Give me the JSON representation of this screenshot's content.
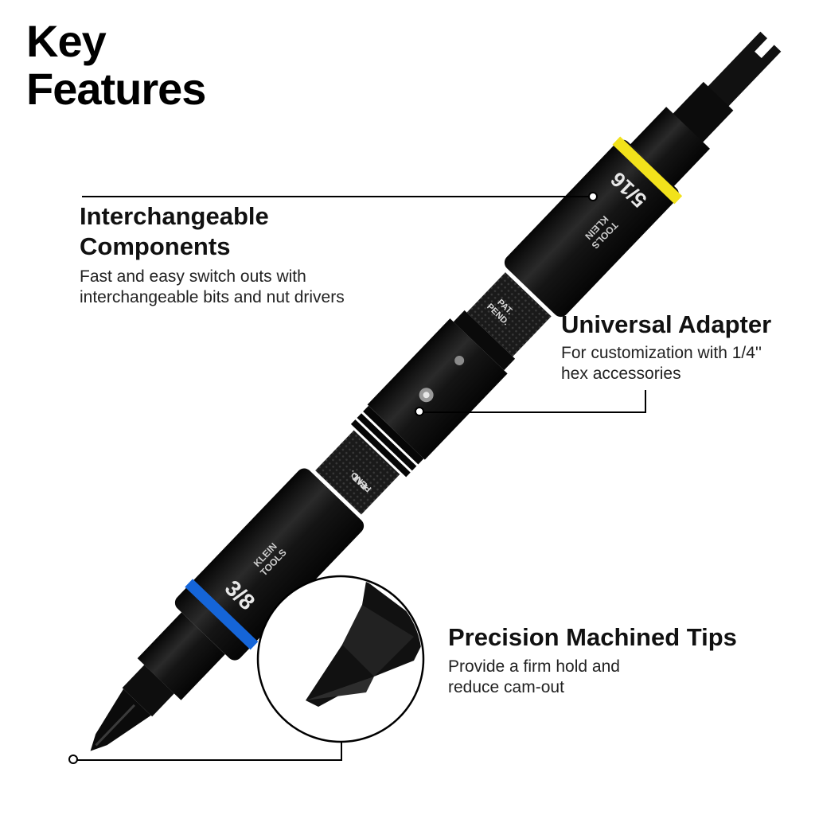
{
  "title": {
    "line1": "Key",
    "line2": "Features"
  },
  "features": [
    {
      "heading_line1": "Interchangeable",
      "heading_line2": "Components",
      "desc_line1": "Fast and easy switch outs with",
      "desc_line2": "interchangeable bits and nut drivers"
    },
    {
      "heading_line1": "Universal Adapter",
      "desc_line1": "For customization with 1/4''",
      "desc_line2": "hex accessories"
    },
    {
      "heading_line1": "Precision Machined Tips",
      "desc_line1": "Provide a firm hold and",
      "desc_line2": "reduce cam-out"
    }
  ],
  "tool_markings": {
    "size_top": "5/16",
    "size_bottom": "3/8",
    "brand_line1": "KLEIN",
    "brand_line2": "TOOLS",
    "pat_line1": "PAT.",
    "pat_line2": "PEND."
  },
  "colors": {
    "band_top": "#f2e21b",
    "band_bottom": "#1565d8",
    "tool_body": "#141414"
  }
}
